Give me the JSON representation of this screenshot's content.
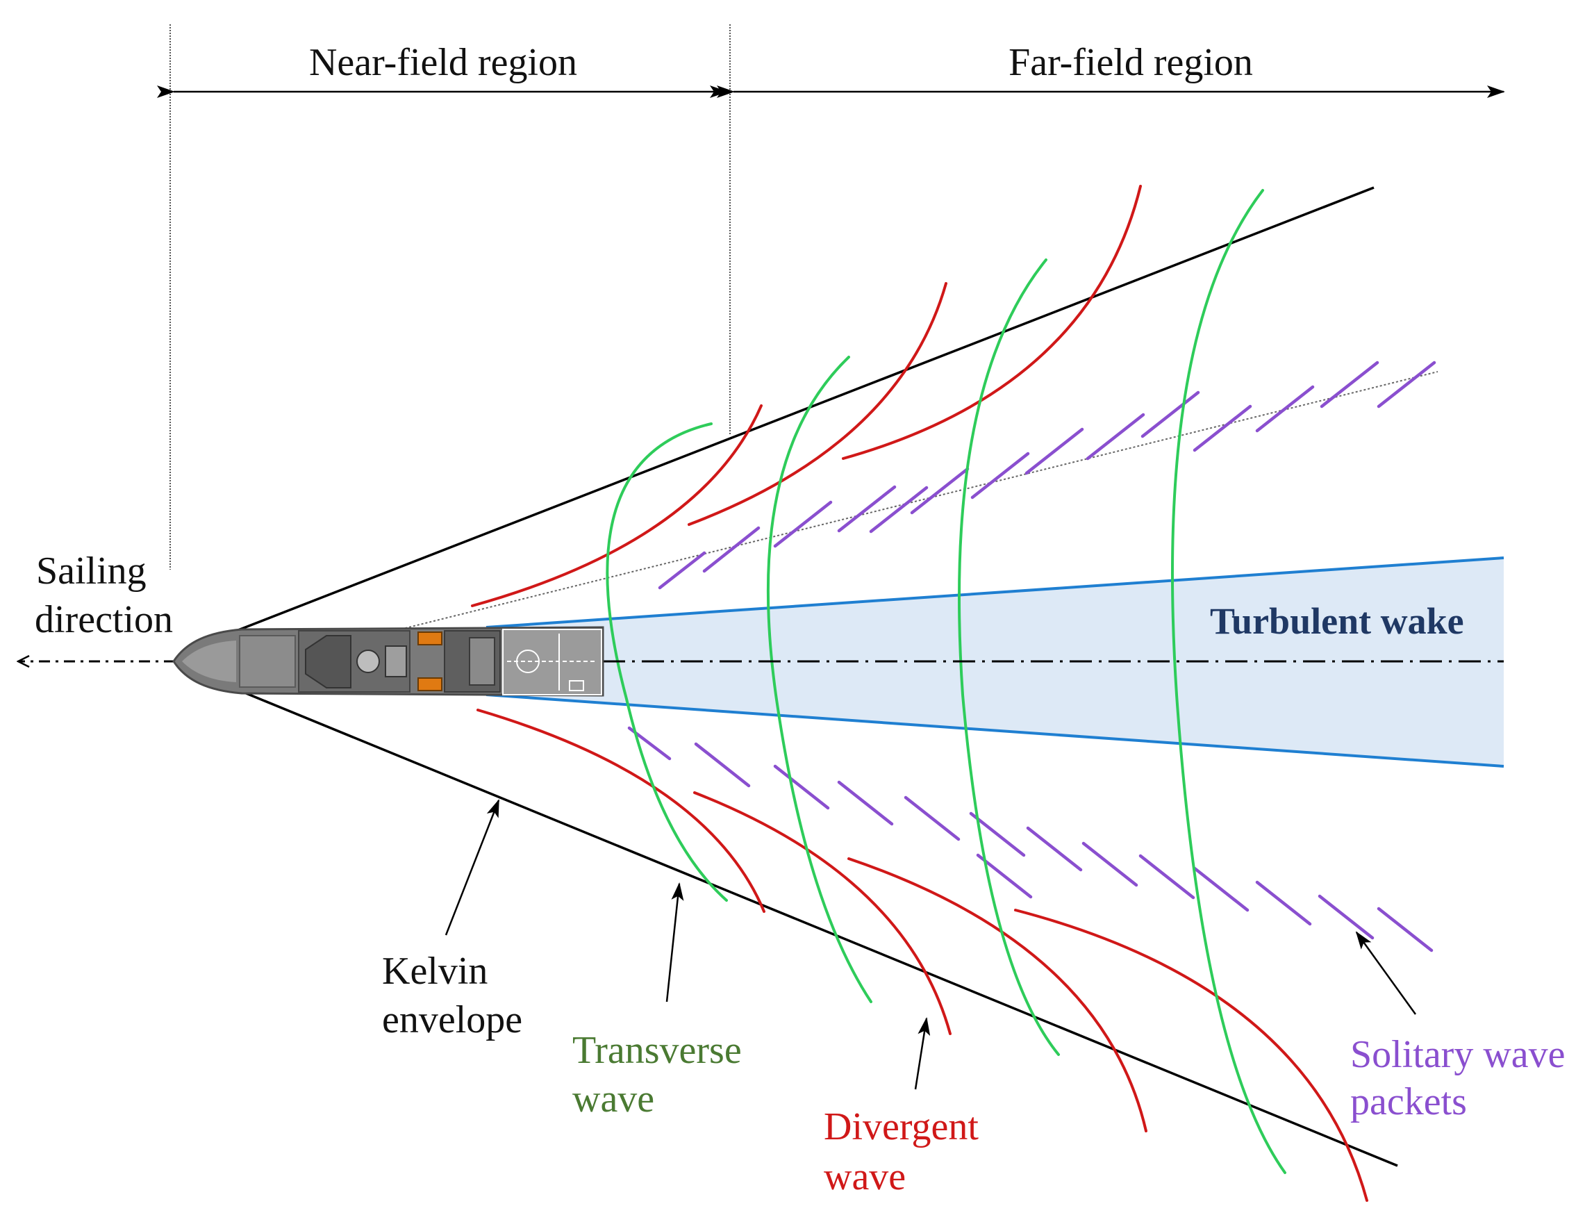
{
  "regions": {
    "near_field": "Near-field region",
    "far_field": "Far-field region"
  },
  "labels": {
    "sailing_line1": "Sailing",
    "sailing_line2": "direction",
    "turbulent_wake": "Turbulent wake",
    "kelvin_line1": "Kelvin",
    "kelvin_line2": "envelope",
    "transverse_line1": "Transverse",
    "transverse_line2": "wave",
    "divergent_line1": "Divergent",
    "divergent_line2": "wave",
    "solitary_line1": "Solitary wave",
    "solitary_line2": "packets"
  },
  "colors": {
    "kelvin": "#000000",
    "transverse": "#2ecc5a",
    "transverse_text": "#4a7a32",
    "divergent": "#d01818",
    "solitary": "#8a4fcf",
    "wake_fill": "#dde9f6",
    "wake_edge": "#1f7fd1",
    "wake_text": "#1f3864",
    "ship_hull": "#7a7a7a",
    "ship_accent": "#e07a12"
  },
  "icons": {
    "ship": "ship-top-view-icon"
  }
}
